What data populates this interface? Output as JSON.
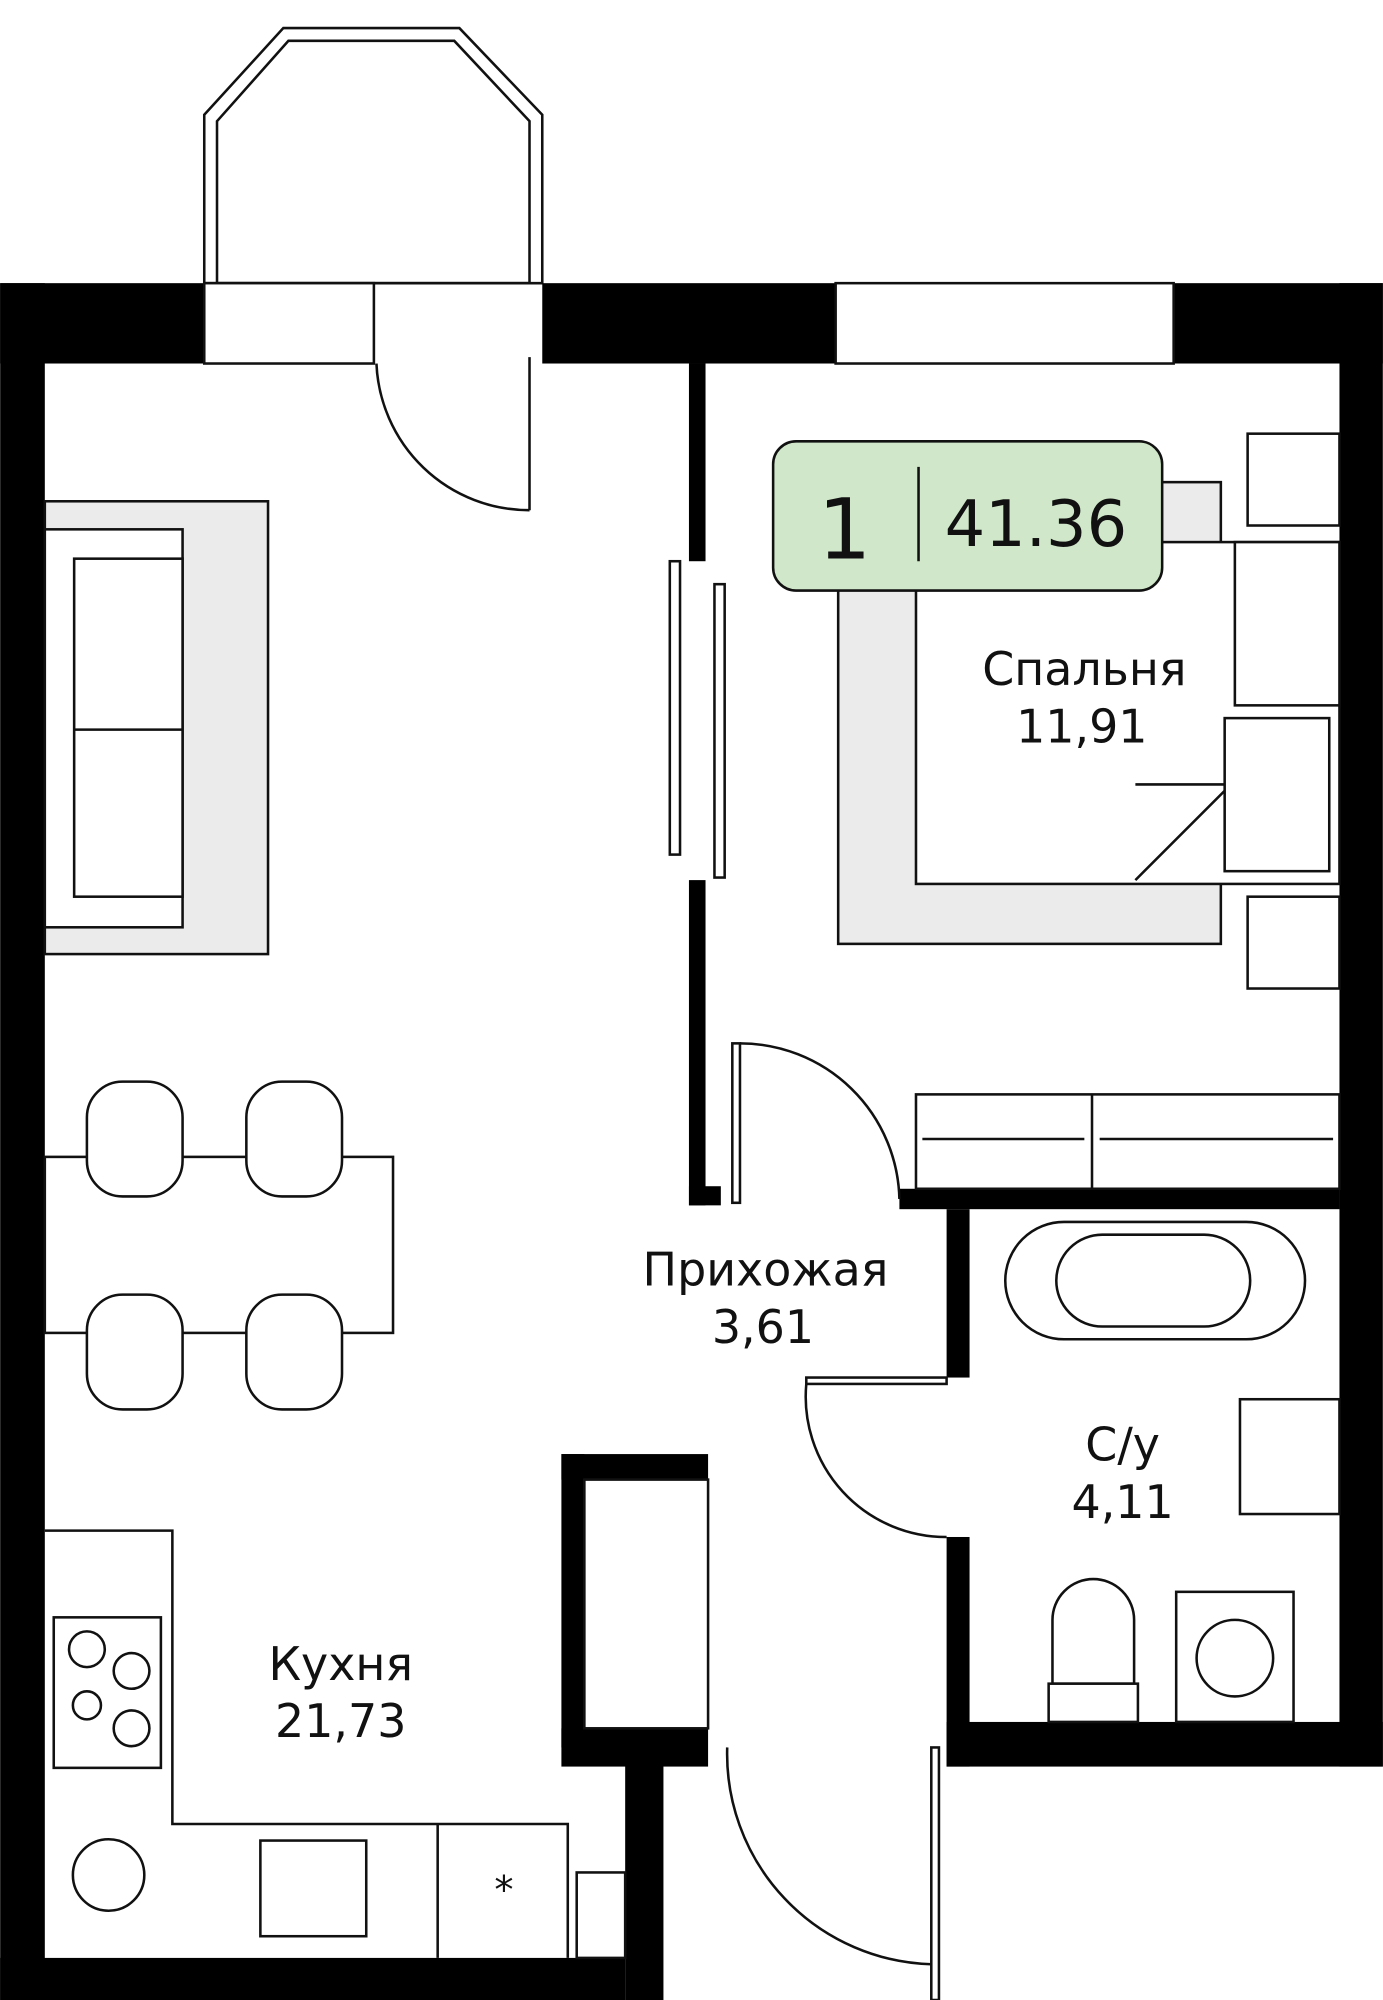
{
  "badge": {
    "rooms": "1",
    "area": "41.36",
    "color": "#d0e8c9"
  },
  "rooms": [
    {
      "name": "Спальня",
      "area": "11,91"
    },
    {
      "name": "Прихожая",
      "area": "3,61"
    },
    {
      "name": "С/у",
      "area": "4,11"
    },
    {
      "name": "Кухня",
      "area": "21,73"
    }
  ]
}
